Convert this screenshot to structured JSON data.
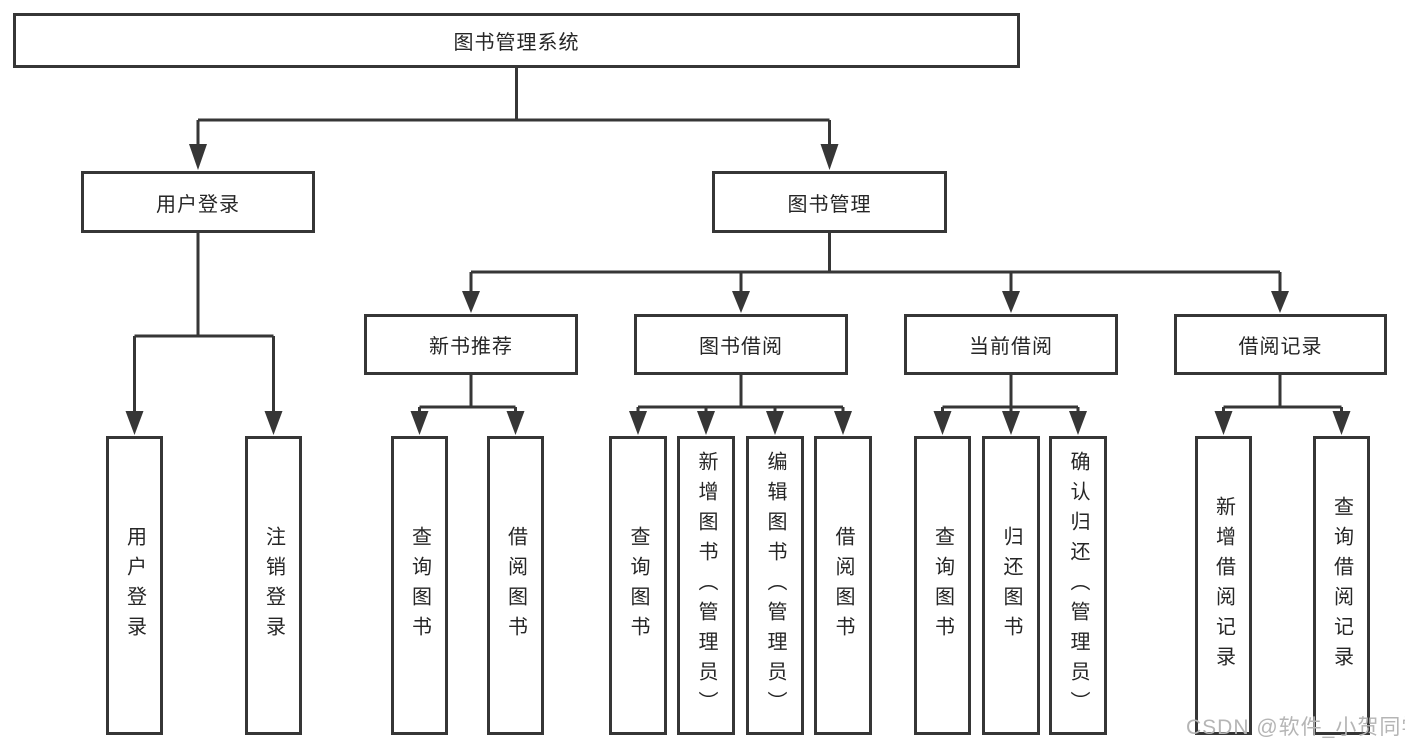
{
  "diagram": {
    "title": "图书管理系统",
    "type": "functional-structure-tree",
    "colors": {
      "line": "#363636",
      "text": "#262626",
      "box_background": "#ffffff",
      "watermark": "#b5b5b5"
    },
    "nodes": {
      "root": "图书管理系统",
      "user_login": "用户登录",
      "book_mgmt": "图书管理",
      "new_book": "新书推荐",
      "book_borrow": "图书借阅",
      "current_borrow": "当前借阅",
      "borrow_record": "借阅记录",
      "leaf_user_login": "用户登录",
      "leaf_logout": "注销登录",
      "leaf_nb_query": "查询图书",
      "leaf_nb_borrow": "借阅图书",
      "leaf_bb_query": "查询图书",
      "leaf_bb_add": "新增图书（管理员）",
      "leaf_bb_edit": "编辑图书（管理员）",
      "leaf_bb_borrow": "借阅图书",
      "leaf_cb_query": "查询图书",
      "leaf_cb_return": "归还图书",
      "leaf_cb_confirm": "确认归还（管理员）",
      "leaf_br_add": "新增借阅记录",
      "leaf_br_query": "查询借阅记录"
    },
    "hierarchy": {
      "图书管理系统": {
        "用户登录": [
          "用户登录",
          "注销登录"
        ],
        "图书管理": {
          "新书推荐": [
            "查询图书",
            "借阅图书"
          ],
          "图书借阅": [
            "查询图书",
            "新增图书（管理员）",
            "编辑图书（管理员）",
            "借阅图书"
          ],
          "当前借阅": [
            "查询图书",
            "归还图书",
            "确认归还（管理员）"
          ],
          "借阅记录": [
            "新增借阅记录",
            "查询借阅记录"
          ]
        }
      }
    },
    "watermark": "CSDN @软件_小贺同学"
  }
}
